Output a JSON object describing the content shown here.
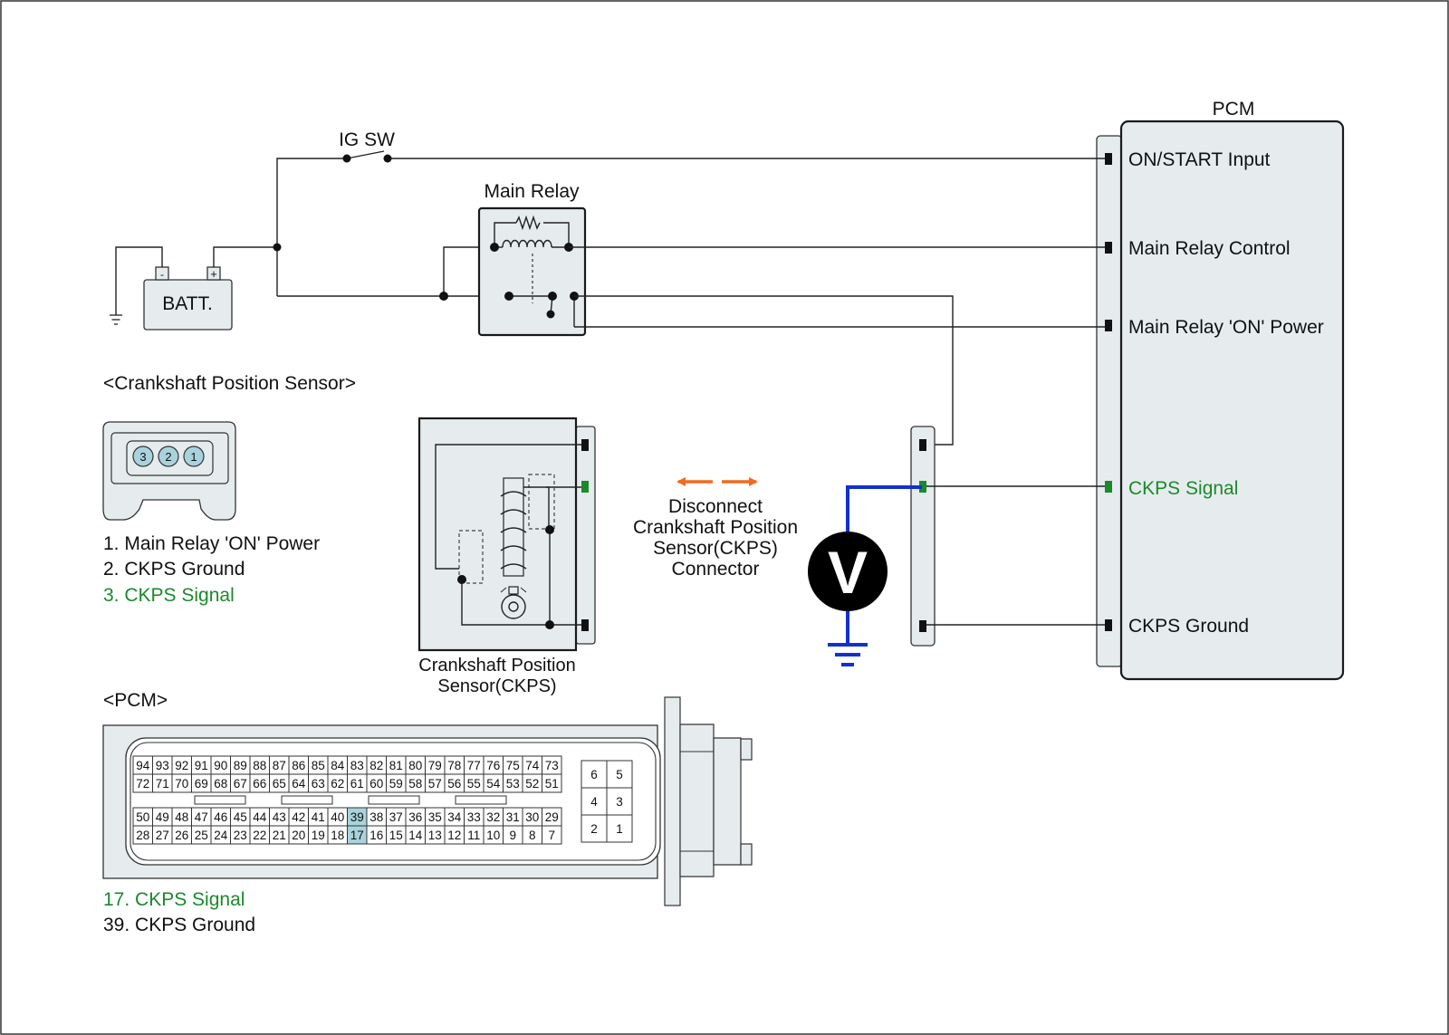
{
  "pcm_block": {
    "title": "PCM",
    "pins": [
      {
        "label": "ON/START Input",
        "highlight": false
      },
      {
        "label": "Main Relay Control",
        "highlight": false
      },
      {
        "label": "Main Relay 'ON' Power",
        "highlight": false
      },
      {
        "label": "CKPS Signal",
        "highlight": true
      },
      {
        "label": "CKPS Ground",
        "highlight": false
      }
    ]
  },
  "battery": {
    "label": "BATT.",
    "minus": "-",
    "plus": "+"
  },
  "ig_switch": {
    "label": "IG SW"
  },
  "main_relay": {
    "label": "Main Relay"
  },
  "ckps_connector_section": {
    "title": "<Crankshaft Position Sensor>",
    "cavities": [
      "3",
      "2",
      "1"
    ],
    "pins": [
      {
        "text": "1. Main Relay 'ON' Power",
        "highlight": false
      },
      {
        "text": "2. CKPS Ground",
        "highlight": false
      },
      {
        "text": "3. CKPS Signal",
        "highlight": true
      }
    ]
  },
  "ckps_sensor": {
    "label_line1": "Crankshaft Position",
    "label_line2": "Sensor(CKPS)"
  },
  "instruction": {
    "lines": [
      "Disconnect",
      "Crankshaft Position",
      "Sensor(CKPS)",
      "Connector"
    ]
  },
  "voltmeter": {
    "symbol": "V"
  },
  "pcm_connector_section": {
    "title": "<PCM>",
    "rows": [
      [
        "94",
        "93",
        "92",
        "91",
        "90",
        "89",
        "88",
        "87",
        "86",
        "85",
        "84",
        "83",
        "82",
        "81",
        "80",
        "79",
        "78",
        "77",
        "76",
        "75",
        "74",
        "73"
      ],
      [
        "72",
        "71",
        "70",
        "69",
        "68",
        "67",
        "66",
        "65",
        "64",
        "63",
        "62",
        "61",
        "60",
        "59",
        "58",
        "57",
        "56",
        "55",
        "54",
        "53",
        "52",
        "51"
      ],
      [
        "50",
        "49",
        "48",
        "47",
        "46",
        "45",
        "44",
        "43",
        "42",
        "41",
        "40",
        "39",
        "38",
        "37",
        "36",
        "35",
        "34",
        "33",
        "32",
        "31",
        "30",
        "29"
      ],
      [
        "28",
        "27",
        "26",
        "25",
        "24",
        "23",
        "22",
        "21",
        "20",
        "19",
        "18",
        "17",
        "16",
        "15",
        "14",
        "13",
        "12",
        "11",
        "10",
        "9",
        "8",
        "7"
      ]
    ],
    "small_grid": [
      [
        "6",
        "5"
      ],
      [
        "4",
        "3"
      ],
      [
        "2",
        "1"
      ]
    ],
    "highlighted_pins": [
      "39",
      "17"
    ],
    "pins": [
      {
        "text": "17. CKPS Signal",
        "highlight": true
      },
      {
        "text": "39. CKPS Ground",
        "highlight": false
      }
    ]
  },
  "colors": {
    "signal_green": "#1a8a2a",
    "voltmeter_lead_blue": "#1230d0",
    "arrow_orange": "#f26a1b",
    "pin_highlight": "#a9d3dc",
    "panel_fill": "#e6ecee"
  }
}
